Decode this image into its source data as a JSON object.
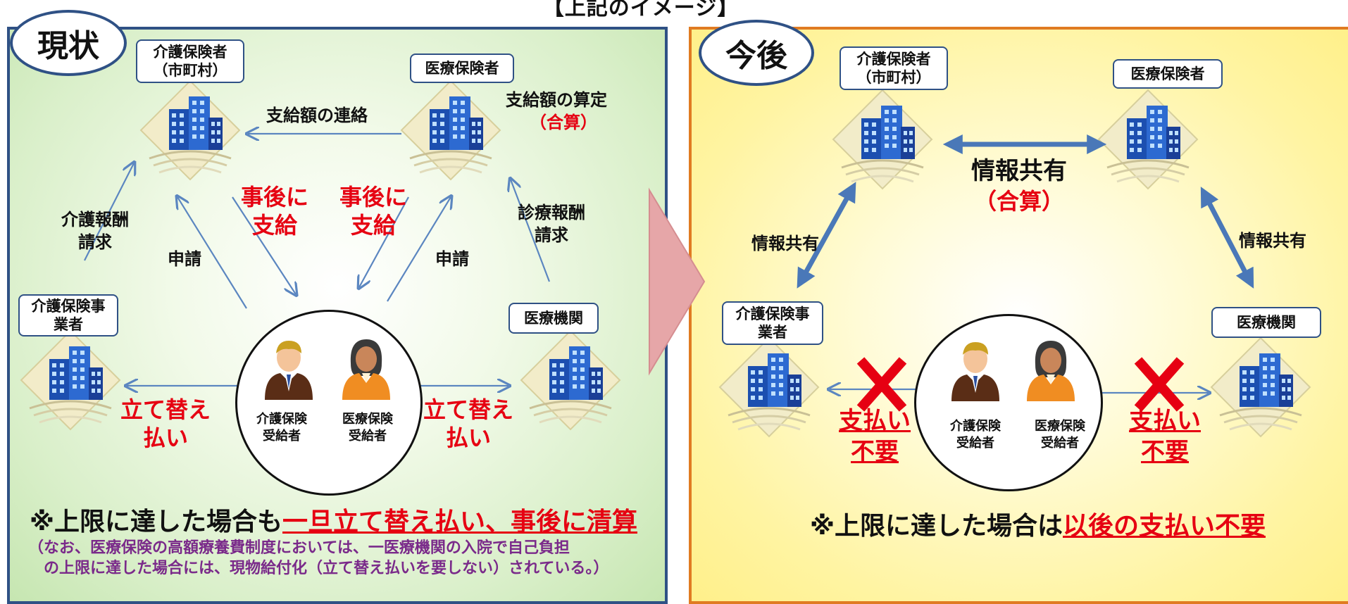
{
  "top_caption": "【上記のイメージ】",
  "left": {
    "title": "現状",
    "care_insurer": "介護保険者\n（市町村）",
    "medical_insurer": "医療保険者",
    "care_provider": "介護保険事\n業者",
    "medical_institution": "医療機関",
    "calc_label": "支給額の算定",
    "calc_sum": "（合算）",
    "notify_label": "支給額の連絡",
    "care_claim": "介護報酬\n請求",
    "medical_claim": "診療報酬\n請求",
    "apply_left": "申請",
    "apply_right": "申請",
    "pay_later_left": "事後に\n支給",
    "pay_later_right": "事後に\n支給",
    "advance_left": "立て替え\n払い",
    "advance_right": "立て替え\n払い",
    "care_recipient": "介護保険\n受給者",
    "medical_recipient": "医療保険\n受給者",
    "note_prefix": "※上限に達した場合も",
    "note_emphasis": "一旦立て替え払い、事後に清算",
    "note_sub": "（なお、医療保険の高額療養費制度においては、一医療機関の入院で自己負担\n　の上限に達した場合には、現物給付化（立て替え払いを要しない）されている。）"
  },
  "right": {
    "title": "今後",
    "care_insurer": "介護保険者\n（市町村）",
    "medical_insurer": "医療保険者",
    "care_provider": "介護保険事\n業者",
    "medical_institution": "医療機関",
    "share_center": "情報共有",
    "share_center_sum": "（合算）",
    "share_left": "情報共有",
    "share_right": "情報共有",
    "no_payment_left": "支払い\n不要",
    "no_payment_right": "支払い\n不要",
    "care_recipient": "介護保険\n受給者",
    "medical_recipient": "医療保険\n受給者",
    "note_prefix": "※上限に達した場合は",
    "note_emphasis": "以後の支払い不要"
  },
  "icons": {
    "building": "building-icon",
    "person_male": "person-male-icon",
    "person_female": "person-female-icon",
    "cross": "cross-mark-icon",
    "transition_arrow": "chevron-right-icon"
  },
  "colors": {
    "left_border": "#2f5185",
    "right_border": "#e07b22",
    "arrow_thin": "#5b86c0",
    "arrow_thick": "#4a78b8",
    "emphasis_red": "#e60012",
    "note_purple": "#7a2a8a"
  }
}
